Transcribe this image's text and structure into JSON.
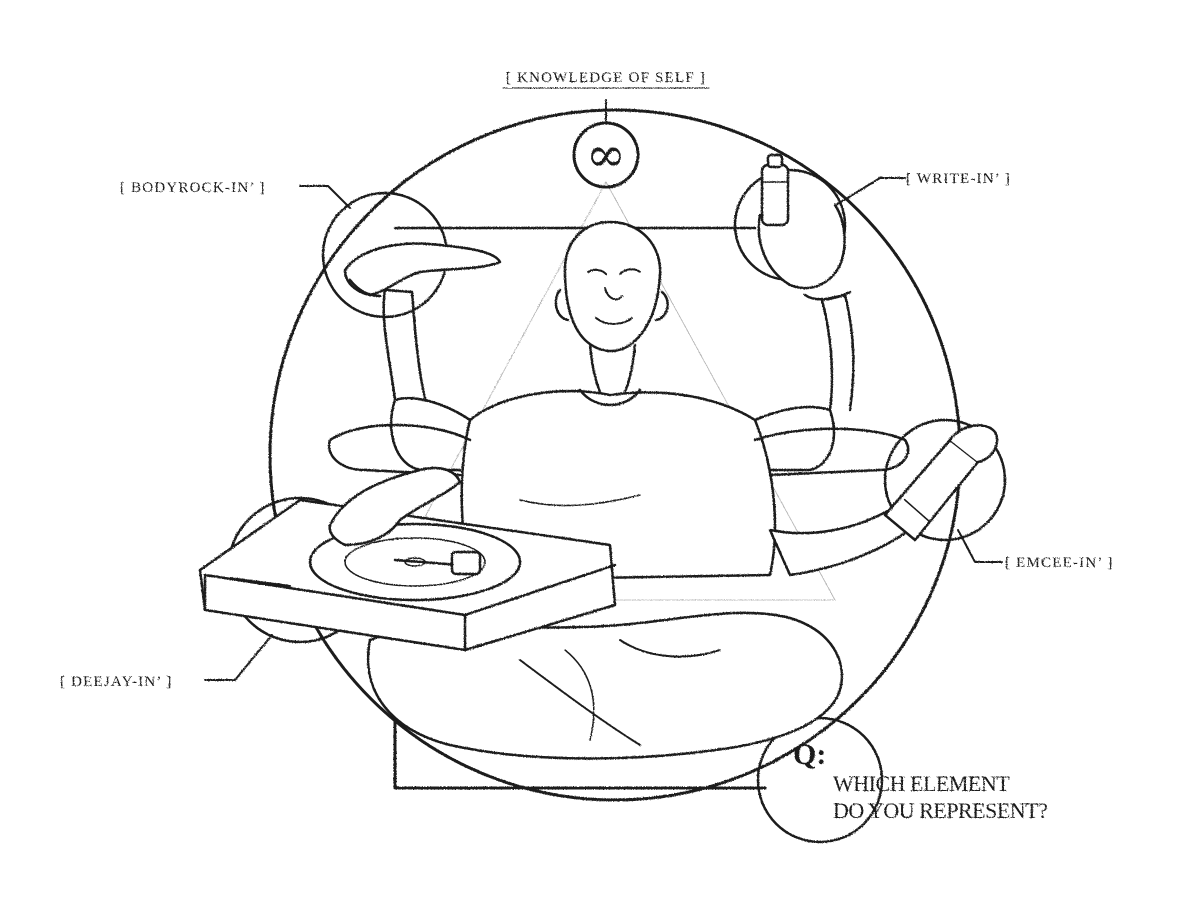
{
  "labels": {
    "knowledge": "[ KNOWLEDGE OF SELF ]",
    "bodyrock": "[ BODYROCK-IN’ ]",
    "write": "[ WRITE-IN’ ]",
    "emcee": "[ EMCEE-IN’ ]",
    "deejay": "[ DEEJAY-IN’ ]"
  },
  "infinity_symbol": "∞",
  "question": {
    "prefix": "Q:",
    "line1": "WHICH ELEMENT",
    "line2": "DO YOU REPRESENT?"
  },
  "icons": [
    "infinity-symbol",
    "turntable",
    "spray-can",
    "microphone"
  ],
  "colors": {
    "ink": "#1a1a1a",
    "background": "#ffffff"
  }
}
